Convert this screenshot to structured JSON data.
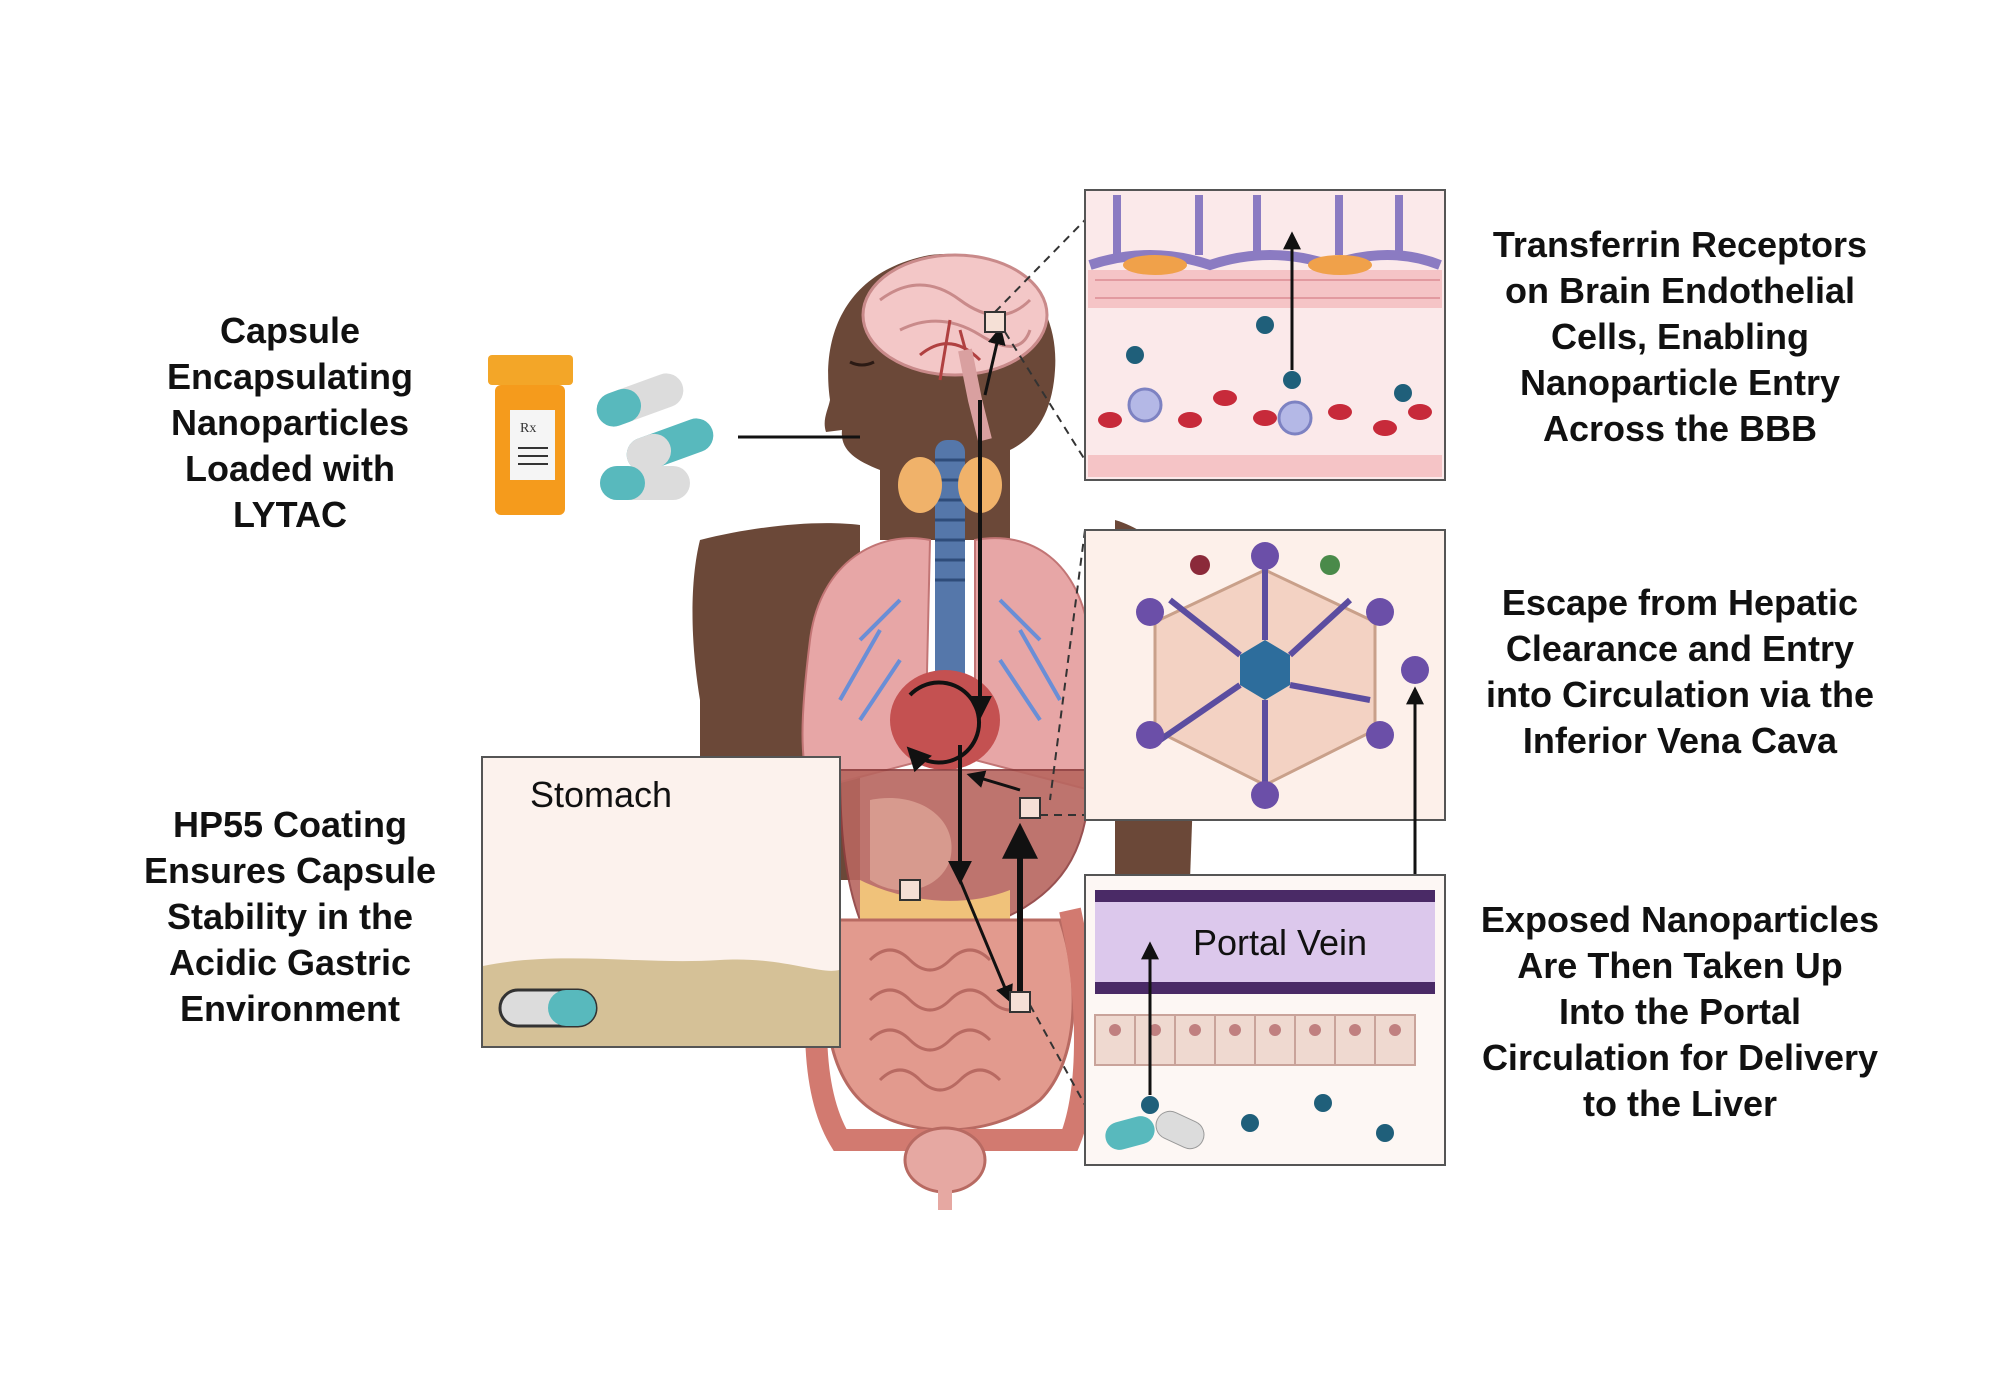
{
  "labels": {
    "capsule": "Capsule\nEncapsulating\nNanoparticles\nLoaded with\nLYTAC",
    "hp55": "HP55 Coating\nEnsures Capsule\nStability in the\nAcidic Gastric\nEnvironment",
    "bbb": "Transferrin Receptors\non Brain Endothelial\nCells, Enabling\nNanoparticle Entry\nAcross the BBB",
    "hepatic": "Escape from Hepatic\nClearance and Entry\ninto Circulation via the\nInferior Vena Cava",
    "portal": "Exposed Nanoparticles\nAre Then Taken Up\nInto the Portal\nCirculation for Delivery\nto the Liver"
  },
  "insets": {
    "stomach_title": "Stomach",
    "portal_title": "Portal Vein"
  },
  "colors": {
    "skin": "#6b4838",
    "organ_pink": "#e7a6a6",
    "vessel_purple": "#5b3a7a",
    "capsule_teal": "#58b9bd",
    "nanoparticle": "#1f5f7a",
    "pill_bottle": "#f59b1c"
  },
  "icons": [
    "pill-bottle-icon",
    "capsule-icon",
    "nanoparticle-icon",
    "red-blood-cell-icon",
    "brain-icon",
    "liver-lobule-icon"
  ]
}
